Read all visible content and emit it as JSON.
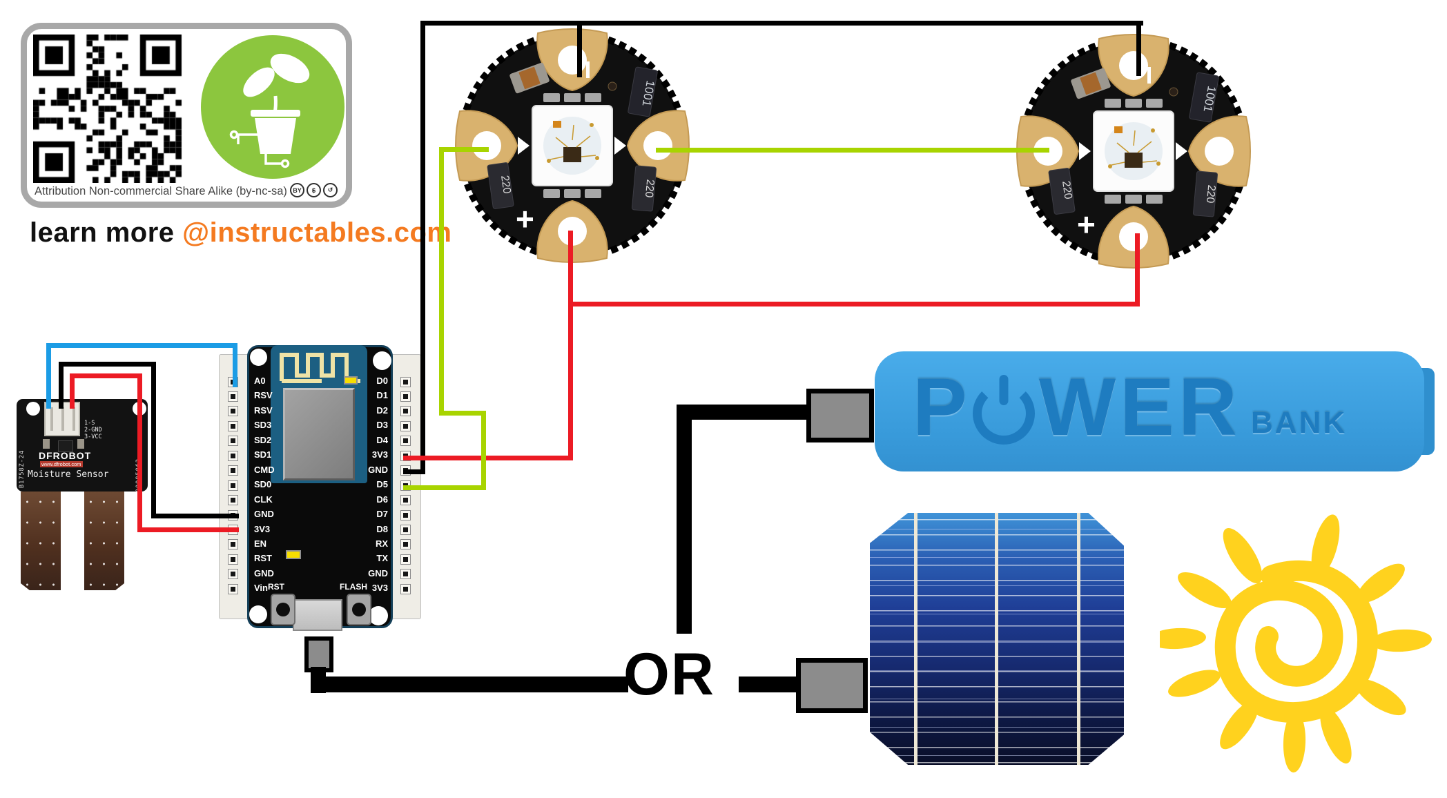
{
  "colors": {
    "wire_green": "#A8D400",
    "wire_red": "#EC1B24",
    "wire_blue": "#1B9CE5",
    "wire_black": "#000000",
    "powerbank_blue": "#3FA3E3",
    "powerbank_text": "#1E7CC0",
    "sun_yellow": "#FFD21E",
    "instructables_orange": "#F47A20",
    "pcb_blue": "#1C5F82",
    "pad_gold": "#D9B26E",
    "cc_green": "#8CC63E"
  },
  "license_card": {
    "attribution": "Attribution Non-commercial Share Alike (by-nc-sa)",
    "cc_icons": [
      "BY",
      "$",
      "↺"
    ]
  },
  "learn_more": {
    "prefix": "learn more ",
    "link": "@instructables.com"
  },
  "neopixel": {
    "plus": "+",
    "res_220": "220",
    "res_1001": "1001"
  },
  "nodemcu": {
    "left_pins": [
      "A0",
      "RSV",
      "RSV",
      "SD3",
      "SD2",
      "SD1",
      "CMD",
      "SD0",
      "CLK",
      "GND",
      "3V3",
      "EN",
      "RST",
      "GND",
      "Vin"
    ],
    "right_pins": [
      "D0",
      "D1",
      "D2",
      "D3",
      "D4",
      "3V3",
      "GND",
      "D5",
      "D6",
      "D7",
      "D8",
      "RX",
      "TX",
      "GND",
      "3V3"
    ],
    "rst_label": "RST",
    "flash_label": "FLASH"
  },
  "moisture_sensor": {
    "pin1": "1-S",
    "pin2": "2-GND",
    "pin3": "3-VCC",
    "brand": "DFROBOT",
    "url": "www.dfrobot.com",
    "name": "Moisture Sensor",
    "code_left": "B1758Z-24",
    "code_right": "00985862"
  },
  "or_label": "OR",
  "power_bank": {
    "p": "P",
    "wer": "WER",
    "bank": "BANK"
  }
}
